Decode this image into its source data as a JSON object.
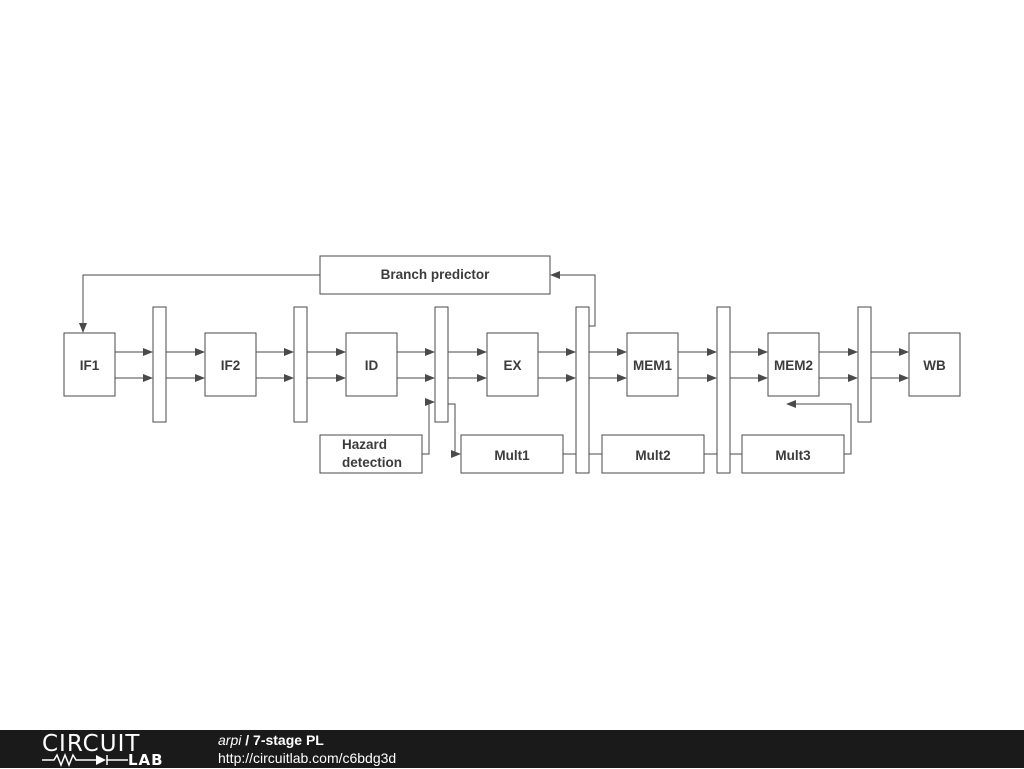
{
  "diagram": {
    "stages": [
      "IF1",
      "IF2",
      "ID",
      "EX",
      "MEM1",
      "MEM2",
      "WB"
    ],
    "branch_predictor": "Branch predictor",
    "hazard_detection": [
      "Hazard",
      "detection"
    ],
    "multipliers": [
      "Mult1",
      "Mult2",
      "Mult3"
    ]
  },
  "footer": {
    "logo_top": "CIRCUIT",
    "logo_bottom": "LAB",
    "author": "arpi",
    "separator": " / ",
    "title": "7-stage PL",
    "url": "http://circuitlab.com/c6bdg3d"
  }
}
